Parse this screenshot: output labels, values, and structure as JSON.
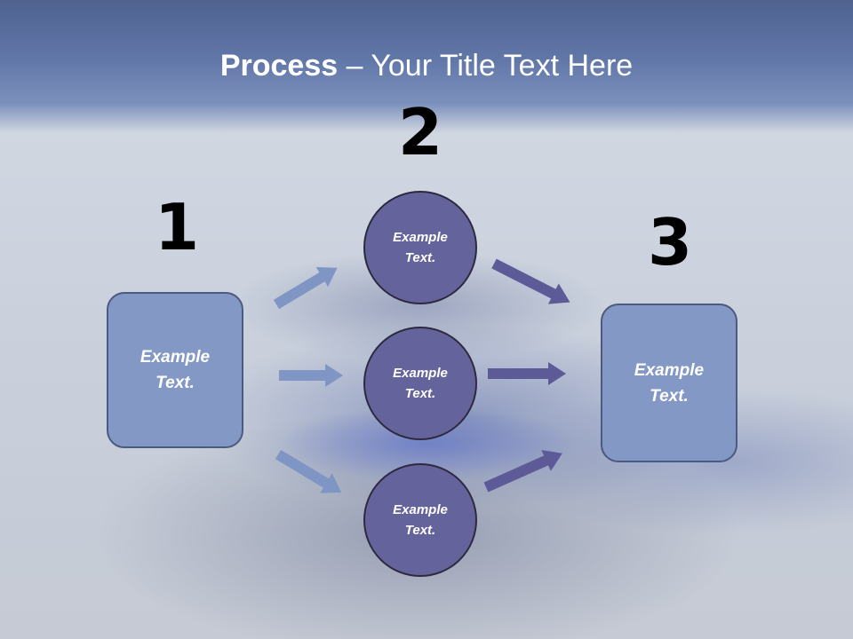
{
  "title": {
    "bold": "Process",
    "rest": " – Your Title Text Here"
  },
  "steps": [
    {
      "number": "1",
      "text": "Example\nText."
    },
    {
      "number": "2",
      "nodes": [
        "Example\nText.",
        "Example\nText.",
        "Example\nText."
      ]
    },
    {
      "number": "3",
      "text": "Example\nText."
    }
  ],
  "colors": {
    "header": "#5a6fa0",
    "box_fill": "#8498c6",
    "circle_fill": "#65639b",
    "arrow_light": "#7f95c4",
    "arrow_dark": "#5d5a98"
  }
}
